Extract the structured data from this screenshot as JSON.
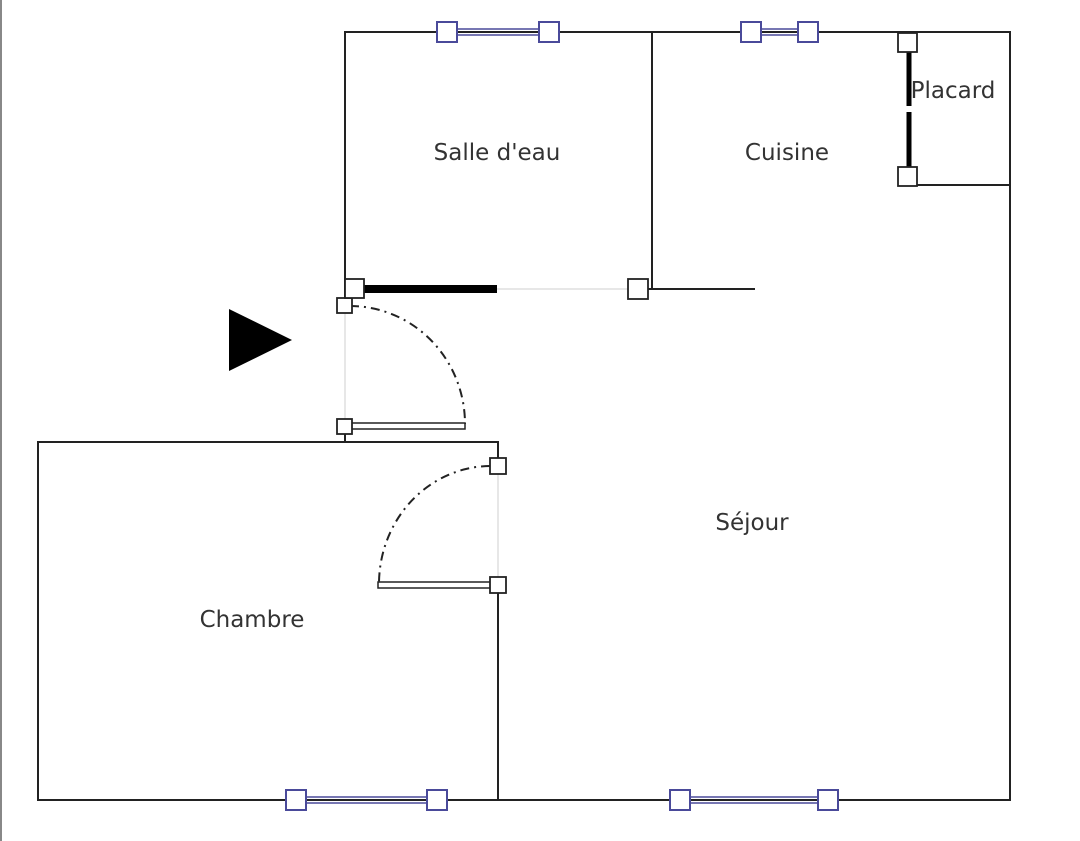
{
  "rooms": {
    "salle_deau": "Salle d'eau",
    "cuisine": "Cuisine",
    "placard": "Placard",
    "sejour": "Séjour",
    "chambre": "Chambre"
  },
  "colors": {
    "wall": "#222222",
    "window": "#4a4a9a",
    "background": "#ffffff"
  },
  "icons": [
    "entrance-arrow-icon"
  ]
}
